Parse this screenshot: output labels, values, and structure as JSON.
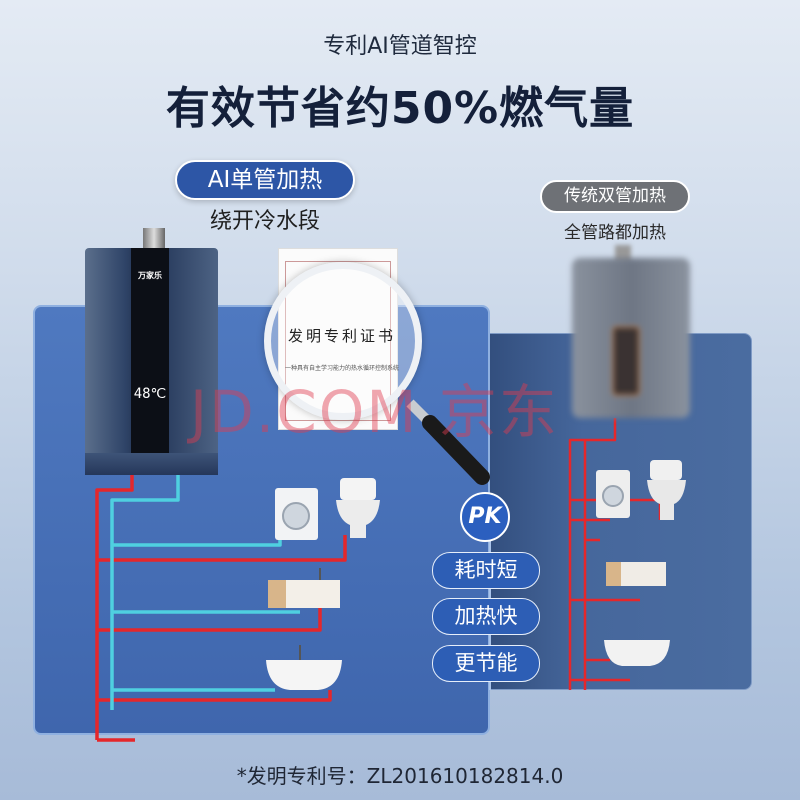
{
  "header": {
    "subtitle": "专利AI管道智控",
    "headline": "有效节省约50%燃气量"
  },
  "left": {
    "badge": "AI单管加热",
    "caption": "绕开冷水段",
    "heater_brand": "万家乐",
    "heater_display": "48℃"
  },
  "right": {
    "badge": "传统双管加热",
    "caption": "全管路都加热"
  },
  "certificate": {
    "title": "发明专利证书",
    "text": "一种具有自主学习能力的热水循环控制系统"
  },
  "watermark": "JD.COM 京东",
  "comparison": {
    "pk_label": "PK",
    "features": [
      "耗时短",
      "加热快",
      "更节能"
    ]
  },
  "footnote": "*发明专利号：ZL201610182814.0",
  "colors": {
    "hot_pipe": "#e5272b",
    "cold_pipe": "#4fd0e0",
    "accent": "#2d56a6"
  }
}
